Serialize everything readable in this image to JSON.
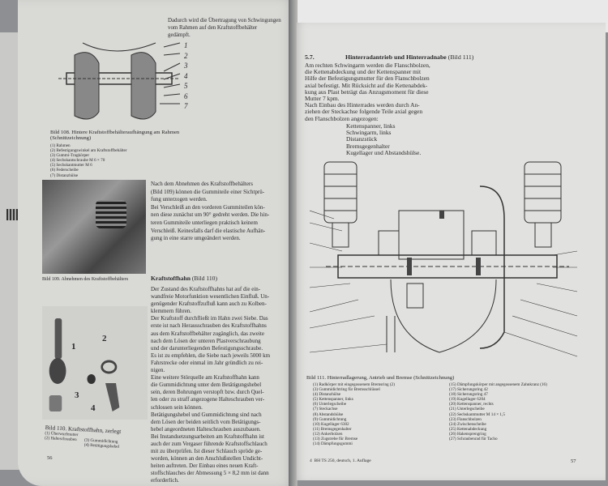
{
  "left_page": {
    "top_text": "Dadurch wird die Übertragung von Schwingungen\nvom Rahmen auf den Kraftstoffbehälter\ngedämpft.",
    "fig109a_caption": "Bild 108. Hintere Kraftstoffbehälteraufhängung am Rahmen (Schnittzeichnung)",
    "fig109a_legend": [
      "(1) Rahmen",
      "(2) Befestigungswinkel am Kraftstoffbehälter",
      "(3) Gummi-Tragkörper",
      "(4) Sechskantschraube M 6 × 70",
      "(5) Sechskantmutter M 6",
      "(6) Federscheibe",
      "(7) Distanzhülse"
    ],
    "fig109a_numbers": [
      "1",
      "2",
      "3",
      "4",
      "5",
      "6",
      "7"
    ],
    "para1": "Nach dem Abnehmen des Kraftstoffbehälters\n(Bild 109) können die Gummiteile einer Sichtprü-\nfung unterzogen werden.\nBei Verschleiß an den vorderen Gummiteilen kön-\nnen diese zunächst um 90° gedreht werden. Die hin-\nteren Gummiteile unterliegen praktisch keinem\nVerschleiß. Keinesfalls darf die elastische Aufhän-\ngung in eine starre umgeändert werden.",
    "fig109_caption": "Bild 109. Abnehmen des Kraftstoffbehälters",
    "section_heading": "Kraftstoffhahn",
    "section_ref": "(Bild 110)",
    "para2": "Der Zustand des Kraftstoffhahns hat auf die ein-\nwandfreie Motorfunktion wesentlichen Einfluß. Un-\ngenügender Kraftstoffzufluß kann auch zu Kolben-\nklemmern führen.\nDer Kraftstoff durchfließt im Hahn zwei Siebe. Das\nerste ist nach Herausschrauben des Kraftstoffhahns\naus dem Kraftstoffbehälter zugänglich, das zweite\nnach dem Lösen der unteren Plastverschraubung\nund der darunterliegenden Befestigungsschraube.\nEs ist zu empfehlen, die Siebe nach jeweils 5000 km\nFahrstrecke oder einmal im Jahr gründlich zu rei-\nnigen.\nEine weitere Störquelle am Kraftstoffhahn kann\ndie Gummidichtung unter dem Betätigungshebel\nsein, deren Bohrungen verstopft bzw. durch Quel-\nlen oder zu straff angezogene Halteschrauben ver-\nschlossen sein können.\nBetätigungshebel und Gummidichtung sind nach\ndem Lösen der beiden seitlich vom Betätigungs-\nhebel angeordneten Halteschrauben auszubauen.\nBei Instandsetzungsarbeiten am Kraftstoffhahn ist\nauch der zum Vergaser führende Kraftstoffschlauch\nmit zu überprüfen. Ist dieser Schlauch spröde ge-\nworden, können an den Anschlußstellen Undicht-\nheiten auftreten. Der Einbau eines neuen Kraft-\nstoffschlauches der Abmessung 5 × 8,2 mm ist dann\nerforderlich.",
    "fig110_caption": "Bild 110. Kraftstoffhahn, zerlegt",
    "fig110_legend_left": [
      "(1) Überwurfmutter",
      "(2) Halteschrauben"
    ],
    "fig110_legend_right": [
      "(3) Gummidichtung",
      "(4) Betätigungshebel"
    ],
    "fig110_numbers": [
      "1",
      "2",
      "3",
      "4"
    ],
    "page_number": "56"
  },
  "right_page": {
    "section_number": "5.7.",
    "section_heading": "Hinterradantrieb und Hinterradnabe",
    "section_ref": "(Bild 111)",
    "para1": "Am rechten Schwingarm werden die Flanschbolzen,\ndie Kettenabdeckung und der Kettenspanner mit\nHilfe der Befestigungsmutter für den Flanschbolzen\naxial befestigt. Mit Rücksicht auf die Kettenabdek-\nkung aus Plast beträgt das Anzugsmoment für diese\nMutter 7 kpm.\nNach Einbau des Hinterrades werden durch An-\nziehen der Steckachse folgende Teile axial gegen\nden Flanschbolzen angezogen:",
    "parts_list": [
      "Kettenspanner, links",
      "Schwingarm, links",
      "Distanzstück",
      "Bremsgegenhalter",
      "Kugellager und Abstandshülse."
    ],
    "fig111_caption": "Bild 111. Hinterradlagerung, Antrieb und Bremse (Schnittzeichnung)",
    "fig111_legend_left": [
      "(1) Radkörper mit eingegossenem Bremsring (2)",
      "(3) Gummidichtring für Bremsschlüssel",
      "(4) Distanzhülse",
      "(5) Kettenspanner, links",
      "(6) Unterlegscheibe",
      "(7) Steckachse",
      "(8) Abstandshülse",
      "(9) Gummidichtung",
      "(10) Kugellager 6302",
      "(11) Bremsgegenhalter",
      "(12) Ankerbolzen",
      "(13) Zugstrebe für Bremse",
      "(14) Dämpfungsgummi"
    ],
    "fig111_legend_right": [
      "(15) Dämpfungskörper mit angegossenem Zahnkranz (16)",
      "(17) Sicherungsring 42",
      "(18) Sicherungsring 47",
      "(19) Kugellager 6204",
      "(20) Kettenspanner, rechts",
      "(21) Unterlegscheibe",
      "(22) Sechskantmutter M 14 × 1,5",
      "(23) Flanschbolzen",
      "(24) Zwischenscheibe",
      "(25) Kettenabdeckung",
      "(26) Hakensprengring",
      "(27) Schraubenrad für Tacho"
    ],
    "footer": "4  BH TS 250, deutsch, 1. Auflage",
    "page_number": "57"
  }
}
